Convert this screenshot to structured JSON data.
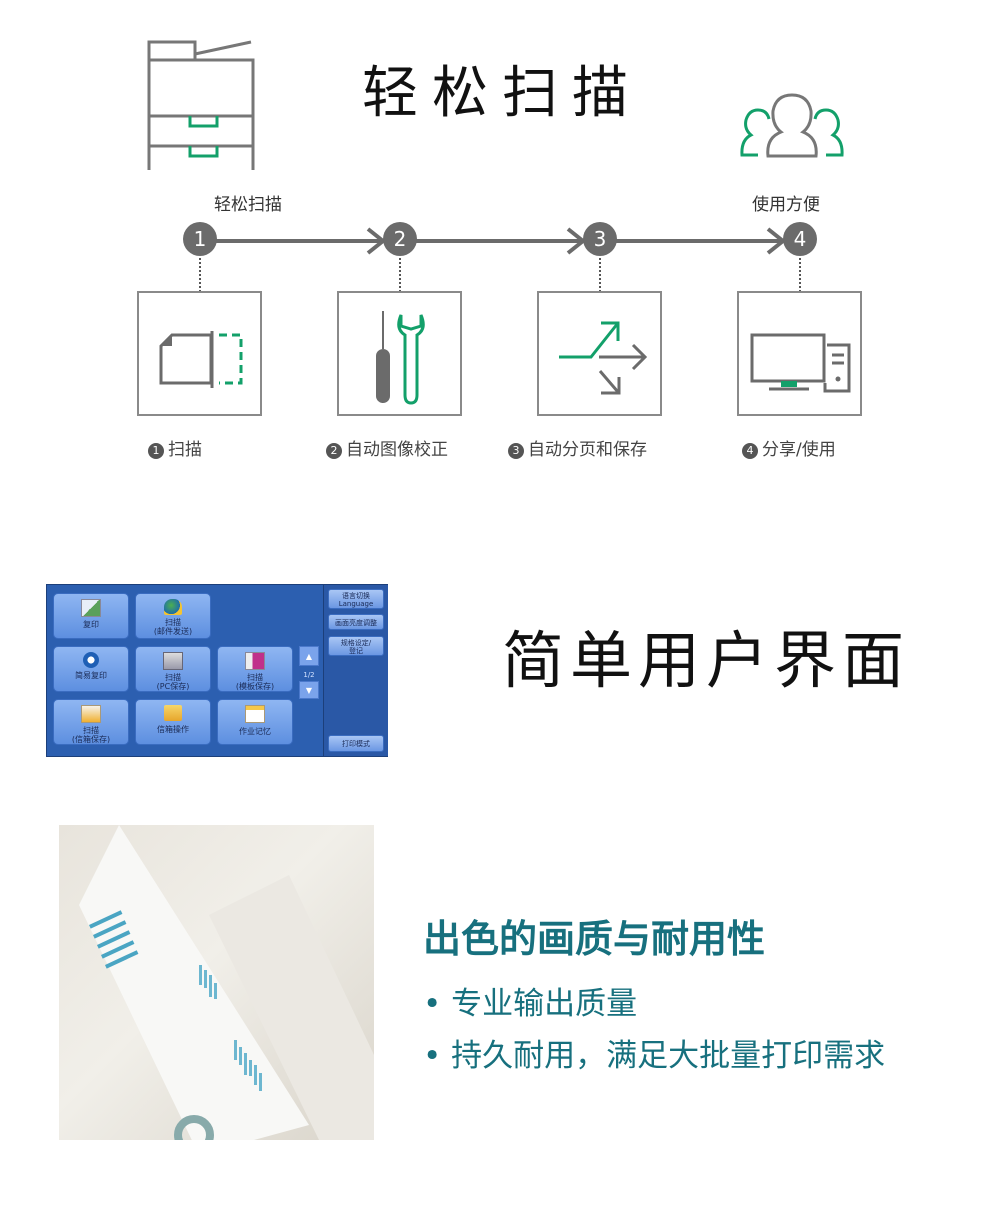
{
  "section1": {
    "title": "轻松扫描",
    "left_caption": "轻松扫描",
    "right_caption": "使用方便",
    "steps": [
      {
        "num": "1",
        "label": "扫描",
        "icon": "scan-document-icon"
      },
      {
        "num": "2",
        "label": "自动图像校正",
        "icon": "tools-icon"
      },
      {
        "num": "3",
        "label": "自动分页和保存",
        "icon": "split-arrows-icon"
      },
      {
        "num": "4",
        "label": "分享/使用",
        "icon": "computer-icon"
      }
    ],
    "colors": {
      "accent": "#13a06a",
      "gray": "#6b6b6b"
    }
  },
  "section2": {
    "title": "简单用户界面",
    "panel": {
      "tiles": [
        {
          "line1": "复印",
          "line2": "",
          "icon": "copy-icon"
        },
        {
          "line1": "扫描",
          "line2": "(邮件发送)",
          "icon": "globe-folder-icon"
        },
        {
          "line1": "简易复印",
          "line2": "",
          "icon": "easy-copy-icon"
        },
        {
          "line1": "扫描",
          "line2": "(PC保存)",
          "icon": "pc-scan-icon"
        },
        {
          "line1": "扫描",
          "line2": "(模板保存)",
          "icon": "template-scan-icon"
        },
        {
          "line1": "扫描",
          "line2": "(信箱保存)",
          "icon": "mailbox-scan-icon"
        },
        {
          "line1": "信箱操作",
          "line2": "",
          "icon": "mailbox-folder-icon"
        },
        {
          "line1": "作业记忆",
          "line2": "",
          "icon": "job-memory-icon"
        }
      ],
      "page": "1/2",
      "side_buttons": [
        {
          "line1": "语言切换",
          "line2": "Language"
        },
        {
          "line1": "画面亮度调整",
          "line2": ""
        },
        {
          "line1": "规格设定/",
          "line2": "登记"
        }
      ],
      "bottom_button": "打印模式",
      "colors": {
        "panel_bg": "#2c5fb0",
        "tile": "#6d9be6"
      }
    }
  },
  "section3": {
    "title": "出色的画质与耐用性",
    "bullets": [
      "专业输出质量",
      "持久耐用，满足大批量打印需求"
    ],
    "photo": "printed-report-pages-photo",
    "colors": {
      "teal": "#17707e"
    }
  }
}
